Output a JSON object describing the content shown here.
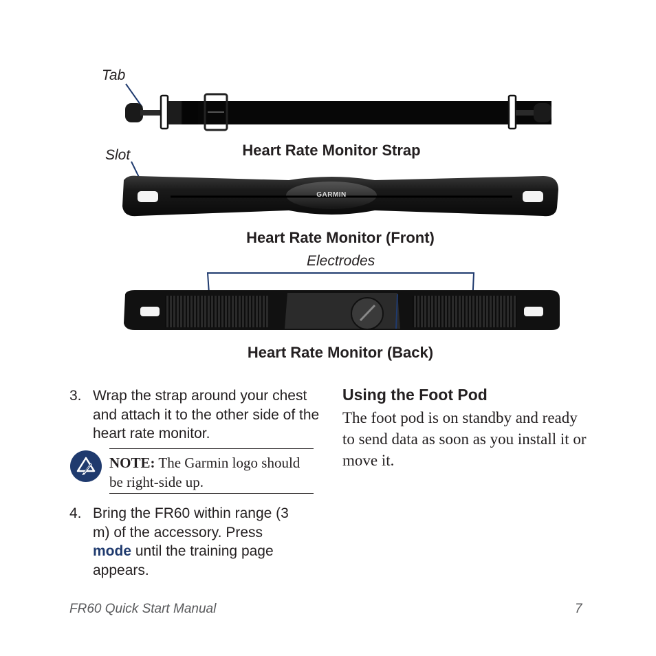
{
  "figure": {
    "callouts": {
      "tab": "Tab",
      "slot": "Slot",
      "electrodes": "Electrodes"
    },
    "captions": {
      "strap": "Heart Rate Monitor Strap",
      "front": "Heart Rate Monitor (Front)",
      "back": "Heart Rate Monitor (Back)"
    },
    "brand_logo": "GARMIN"
  },
  "steps": [
    {
      "number": "3.",
      "text": "Wrap the strap around your chest and attach it to the other side of the heart rate monitor."
    },
    {
      "number": "4.",
      "text_before": "Bring the FR60 within range (3 m) of the accessory. Press ",
      "key": "mode",
      "text_after": " until the training page appears."
    }
  ],
  "note": {
    "label": "NOTE:",
    "text": " The Garmin logo should be right-side up.",
    "icon": "note-pen-icon"
  },
  "section": {
    "heading": "Using the Foot Pod",
    "body": "The foot pod is on standby and ready to send data as soon as you install it or move it."
  },
  "footer": {
    "manual_title": "FR60 Quick Start Manual",
    "page_number": "7"
  },
  "colors": {
    "accent": "#1f3a6e",
    "text": "#231f20"
  }
}
